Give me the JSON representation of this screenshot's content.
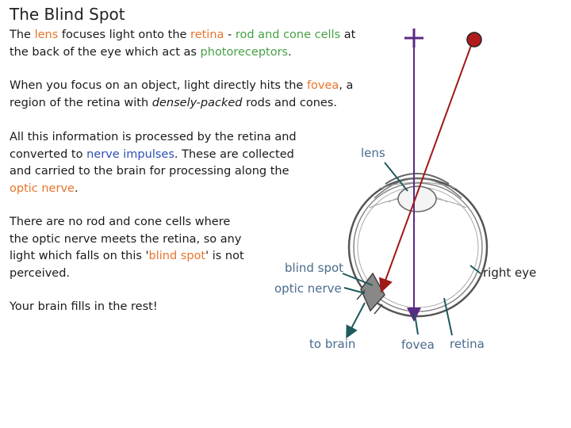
{
  "title": "The Blind Spot",
  "paragraphs": {
    "p1": {
      "t1": "The ",
      "lens": "lens",
      "t2": " focuses light onto the ",
      "retina": "retina",
      "t3": " - ",
      "rodcone": "rod and cone cells",
      "t4": " at the back of the eye which act as ",
      "photo": "photoreceptors",
      "t5": "."
    },
    "p2": {
      "t1": "When you focus on an object, light directly hits the ",
      "fovea": "fovea",
      "t2": ", a region of the retina with ",
      "dense": "densely-packed",
      "t3": " rods and cones."
    },
    "p3": {
      "t1": "All this information is processed by the retina and converted to ",
      "nerve": "nerve impulses",
      "t2": ". These are collected and carried to the brain for processing along the ",
      "optic": "optic nerve",
      "t3": "."
    },
    "p4": {
      "t1": "There are no rod and cone cells where the optic nerve meets the retina, so any light which falls on this '",
      "blind": "blind spot",
      "t2": "' is not perceived."
    },
    "p5": "Your brain fills in the rest!"
  },
  "diagram": {
    "labels": {
      "lens": "lens",
      "blind_spot": "blind spot",
      "optic_nerve": "optic nerve",
      "to_brain": "to brain",
      "fovea": "fovea",
      "retina": "retina",
      "right_eye": "right eye"
    },
    "colors": {
      "focus_line": "#5b2a86",
      "blindspot_ray": "#a01818",
      "dot": "#b01c1c",
      "pointer": "#1f5a5a",
      "orange": "#e8742a",
      "green": "#44a144",
      "blue": "#2c4fb3"
    }
  }
}
